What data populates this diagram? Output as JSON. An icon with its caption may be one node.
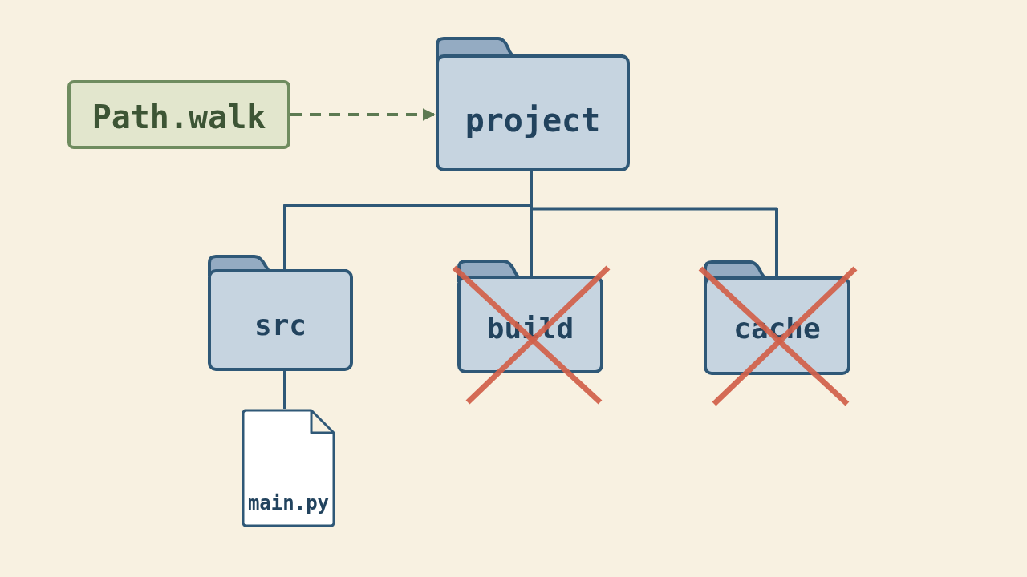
{
  "diagram": {
    "nodes": [
      {
        "text": [
          "Path.walk"
        ]
      },
      {
        "text": [
          "project"
        ]
      },
      {
        "text": [
          "src"
        ]
      },
      {
        "text": [
          "build"
        ]
      },
      {
        "text": [
          "cache"
        ]
      },
      {
        "text": [
          "main.py"
        ]
      }
    ],
    "edges": [
      {
        "from": 0,
        "to": 1,
        "arrow": "to",
        "style": "dashed",
        "color": "#5d7a52"
      },
      {
        "from": 1,
        "to": 2,
        "arrow": "none"
      },
      {
        "from": 1,
        "to": 3,
        "arrow": "none"
      },
      {
        "from": 1,
        "to": 4,
        "arrow": "none"
      },
      {
        "from": 2,
        "to": 5,
        "arrow": "none"
      }
    ]
  }
}
